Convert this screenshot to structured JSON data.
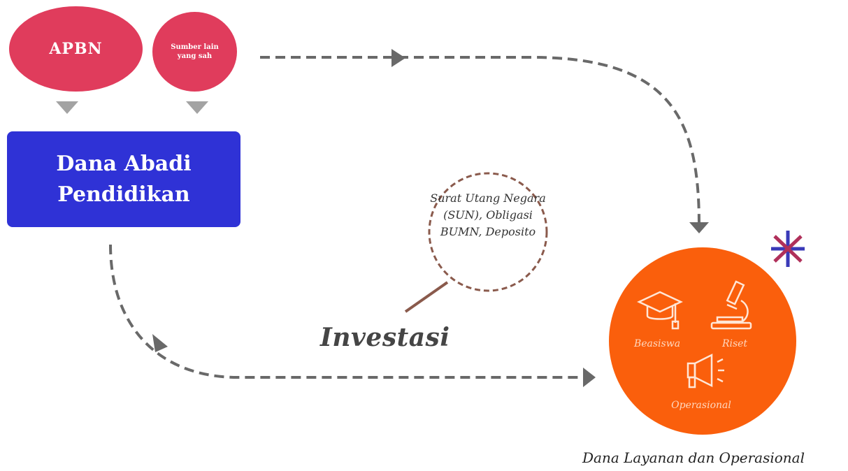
{
  "nodes": {
    "apbn": "APBN",
    "sumber": "Sumber lain yang sah",
    "dana_abadi": "Dana Abadi Pendidikan",
    "instruments": "Surat Utang Negara (SUN), Obligasi BUMN, Deposito",
    "investasi": "Investasi",
    "beasiswa": "Beasiswa",
    "riset": "Riset",
    "operasional": "Operasional",
    "caption": "Dana Layanan dan Operasional"
  },
  "colors": {
    "source_red": "#e03c5c",
    "fund_blue": "#2f32d6",
    "output_orange": "#fa5f0c",
    "arrow_grey": "#696969",
    "bubble_brown": "#8a5a4c"
  },
  "icons": [
    "graduation-cap-icon",
    "microscope-icon",
    "megaphone-icon",
    "asterisk-icon"
  ]
}
